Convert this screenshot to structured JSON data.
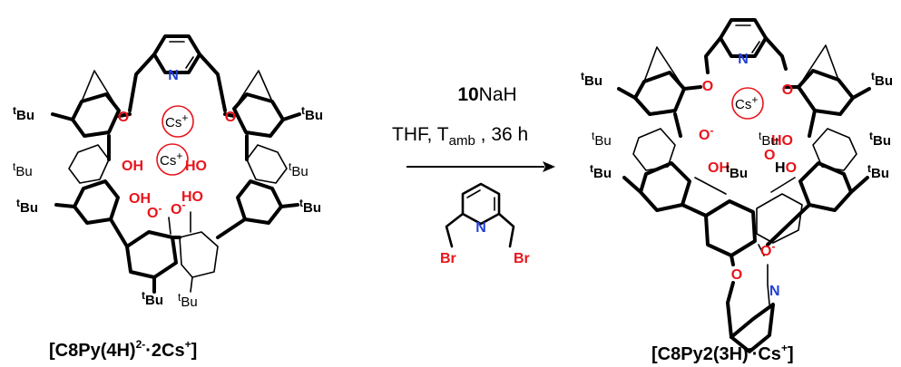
{
  "reagents": {
    "equiv": "10",
    "base": "NaH",
    "solvent": "THF, T",
    "temp_sub": "amb",
    "time": " , 36 h"
  },
  "reactant": {
    "label_main": "[C8Py(4H)",
    "label_sup": "2-",
    "label_mid": "·2Cs",
    "label_sup2": "+",
    "label_end": "]"
  },
  "product": {
    "label_main": "[C8Py2(3H)",
    "label_sup": "-",
    "label_mid": "·Cs",
    "label_sup2": "+",
    "label_end": "]"
  },
  "atoms": {
    "N": "N",
    "O": "O",
    "Br": "Br",
    "OH": "OH",
    "HO": "HO",
    "H": "H",
    "Ominus_O": "O",
    "minus": "-",
    "Cs": "Cs",
    "plus": "+",
    "tBu_sup": "t",
    "tBu_main": "Bu"
  },
  "colors": {
    "oxygen": "#e8141b",
    "nitrogen": "#1f3fd6",
    "bromine": "#e8141b",
    "bond": "#000000"
  }
}
